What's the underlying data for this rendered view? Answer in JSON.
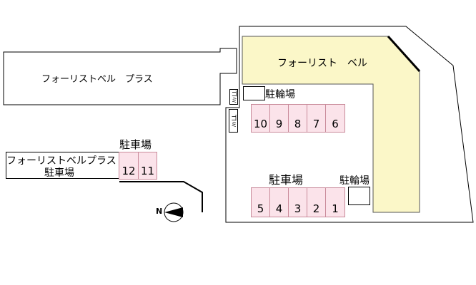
{
  "buildings": {
    "main": "フォーリスト　ベル",
    "plus": "フォーリストベル　プラス"
  },
  "labels": {
    "bike_parking_top": "駐輪場",
    "bike_parking_bottom": "駐輪場",
    "parking_main": "駐車場",
    "parking_left": "駐車場",
    "plus_parking_line1": "フォーリストベルプラス",
    "plus_parking_line2": "駐車場",
    "garbage": "ゴミ",
    "compass": "N"
  },
  "spaces_row_top": [
    "10",
    "9",
    "8",
    "7",
    "6"
  ],
  "spaces_row_bottom": [
    "5",
    "4",
    "3",
    "2",
    "1"
  ],
  "spaces_left": [
    "12",
    "11"
  ],
  "colors": {
    "building": "#fbf7c8",
    "parking": "#fbe3ea",
    "parking_border": "#c98a9a"
  }
}
